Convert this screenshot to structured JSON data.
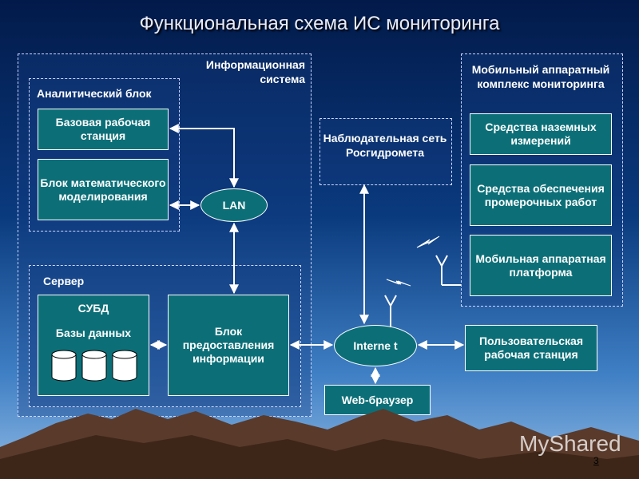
{
  "title": "Функциональная схема ИС мониторинга",
  "info_system": {
    "label": "Информационная система"
  },
  "analytic": {
    "label": "Аналитический блок",
    "workstation": "Базовая рабочая станция",
    "modeling": "Блок математического моделирования",
    "lan": "LAN"
  },
  "server": {
    "label": "Сервер",
    "dbms_title": "СУБД",
    "dbms_sub": "Базы данных",
    "provision": "Блок предоставления информации"
  },
  "observation": "Наблюдательная сеть Росгидромета",
  "mobile": {
    "label": "Мобильный аппаратный комплекс мониторинга",
    "ground": "Средства наземных измерений",
    "survey": "Средства обеспечения промерочных работ",
    "platform": "Мобильная аппаратная платформа"
  },
  "internet": "Interne t",
  "user_station": "Пользовательская рабочая станция",
  "browser": "Web-браузер",
  "page_number": "3",
  "watermark": "MyShared",
  "colors": {
    "box_fill": "#0c6f78",
    "background_top": "#021a4a",
    "background_bottom": "#8fb9e4",
    "mountains": "#5a3a2a"
  }
}
